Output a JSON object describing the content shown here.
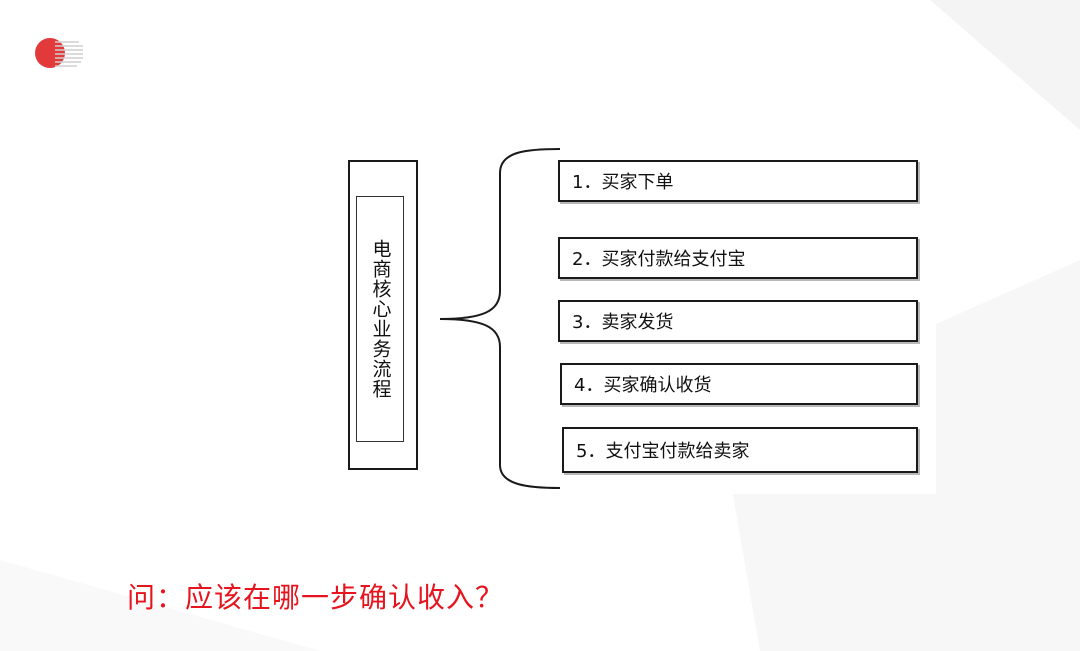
{
  "diagram": {
    "main_label": "电商核心业务流程",
    "steps": [
      "1．买家下单",
      "2．买家付款给支付宝",
      "3．卖家发货",
      "4．买家确认收货",
      "5．支付宝付款给卖家"
    ]
  },
  "question": "问：应该在哪一步确认收入？",
  "colors": {
    "question_text": "#e6141e",
    "logo_red": "#e23a3a",
    "line": "#1a1a1a"
  }
}
